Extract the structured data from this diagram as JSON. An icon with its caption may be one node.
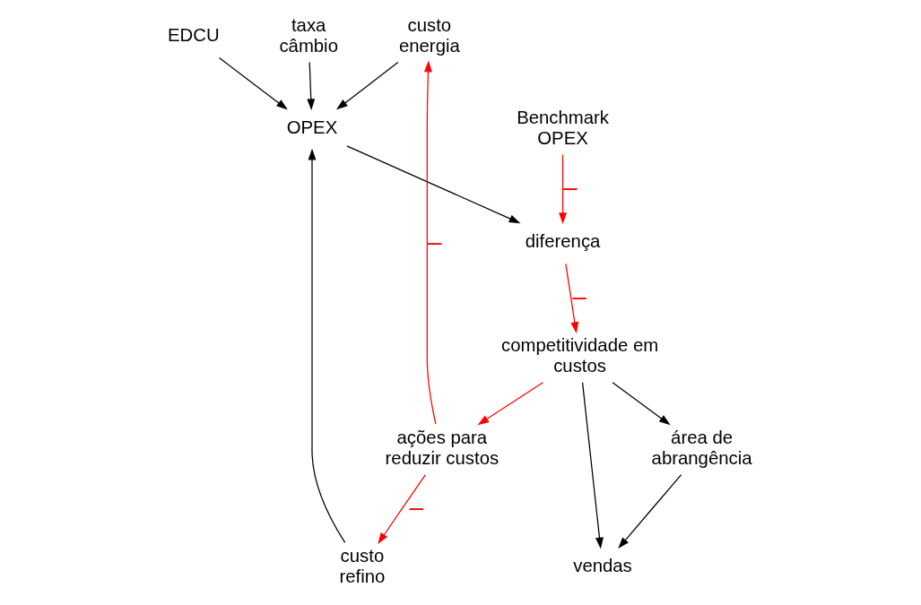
{
  "diagram": {
    "nodes": [
      {
        "text": [
          "custo energia"
        ]
      },
      {
        "text": [
          "custo refino"
        ]
      },
      {
        "text": [
          "taxa câmbio"
        ]
      },
      {
        "text": [
          "EDCU"
        ]
      },
      {
        "text": [
          "OPEX"
        ]
      },
      {
        "text": [
          "Benchmark OPEX"
        ]
      },
      {
        "text": [
          "diferença"
        ]
      },
      {
        "text": [
          "ações para reduzir custos"
        ]
      },
      {
        "text": [
          "competitividade em custos"
        ]
      },
      {
        "text": [
          "vendas"
        ]
      },
      {
        "text": [
          "área de abrangência"
        ]
      }
    ],
    "edges": [
      {
        "from": 0,
        "to": 4,
        "arrow": "to"
      },
      {
        "from": 1,
        "to": 4,
        "arrow": "to"
      },
      {
        "from": 2,
        "to": 4,
        "arrow": "to"
      },
      {
        "from": 3,
        "to": 4,
        "arrow": "to"
      },
      {
        "from": 4,
        "to": 6,
        "arrow": "to"
      },
      {
        "from": 5,
        "to": 6,
        "arrow": "to",
        "label": "–",
        "color": "#ff0000"
      },
      {
        "from": 6,
        "to": 8,
        "arrow": "to",
        "label": "–",
        "color": "#ff0000"
      },
      {
        "from": 8,
        "to": 7,
        "arrow": "to",
        "color": "#ff0000"
      },
      {
        "from": 7,
        "to": 0,
        "arrow": "to",
        "label": "–",
        "color": "#ff0000"
      },
      {
        "from": 7,
        "to": 1,
        "arrow": "to",
        "label": "–",
        "color": "#ff0000"
      },
      {
        "from": 8,
        "to": 9,
        "arrow": "to"
      },
      {
        "from": 8,
        "to": 10,
        "arrow": "to"
      },
      {
        "from": 10,
        "to": 9,
        "arrow": "to"
      }
    ]
  }
}
